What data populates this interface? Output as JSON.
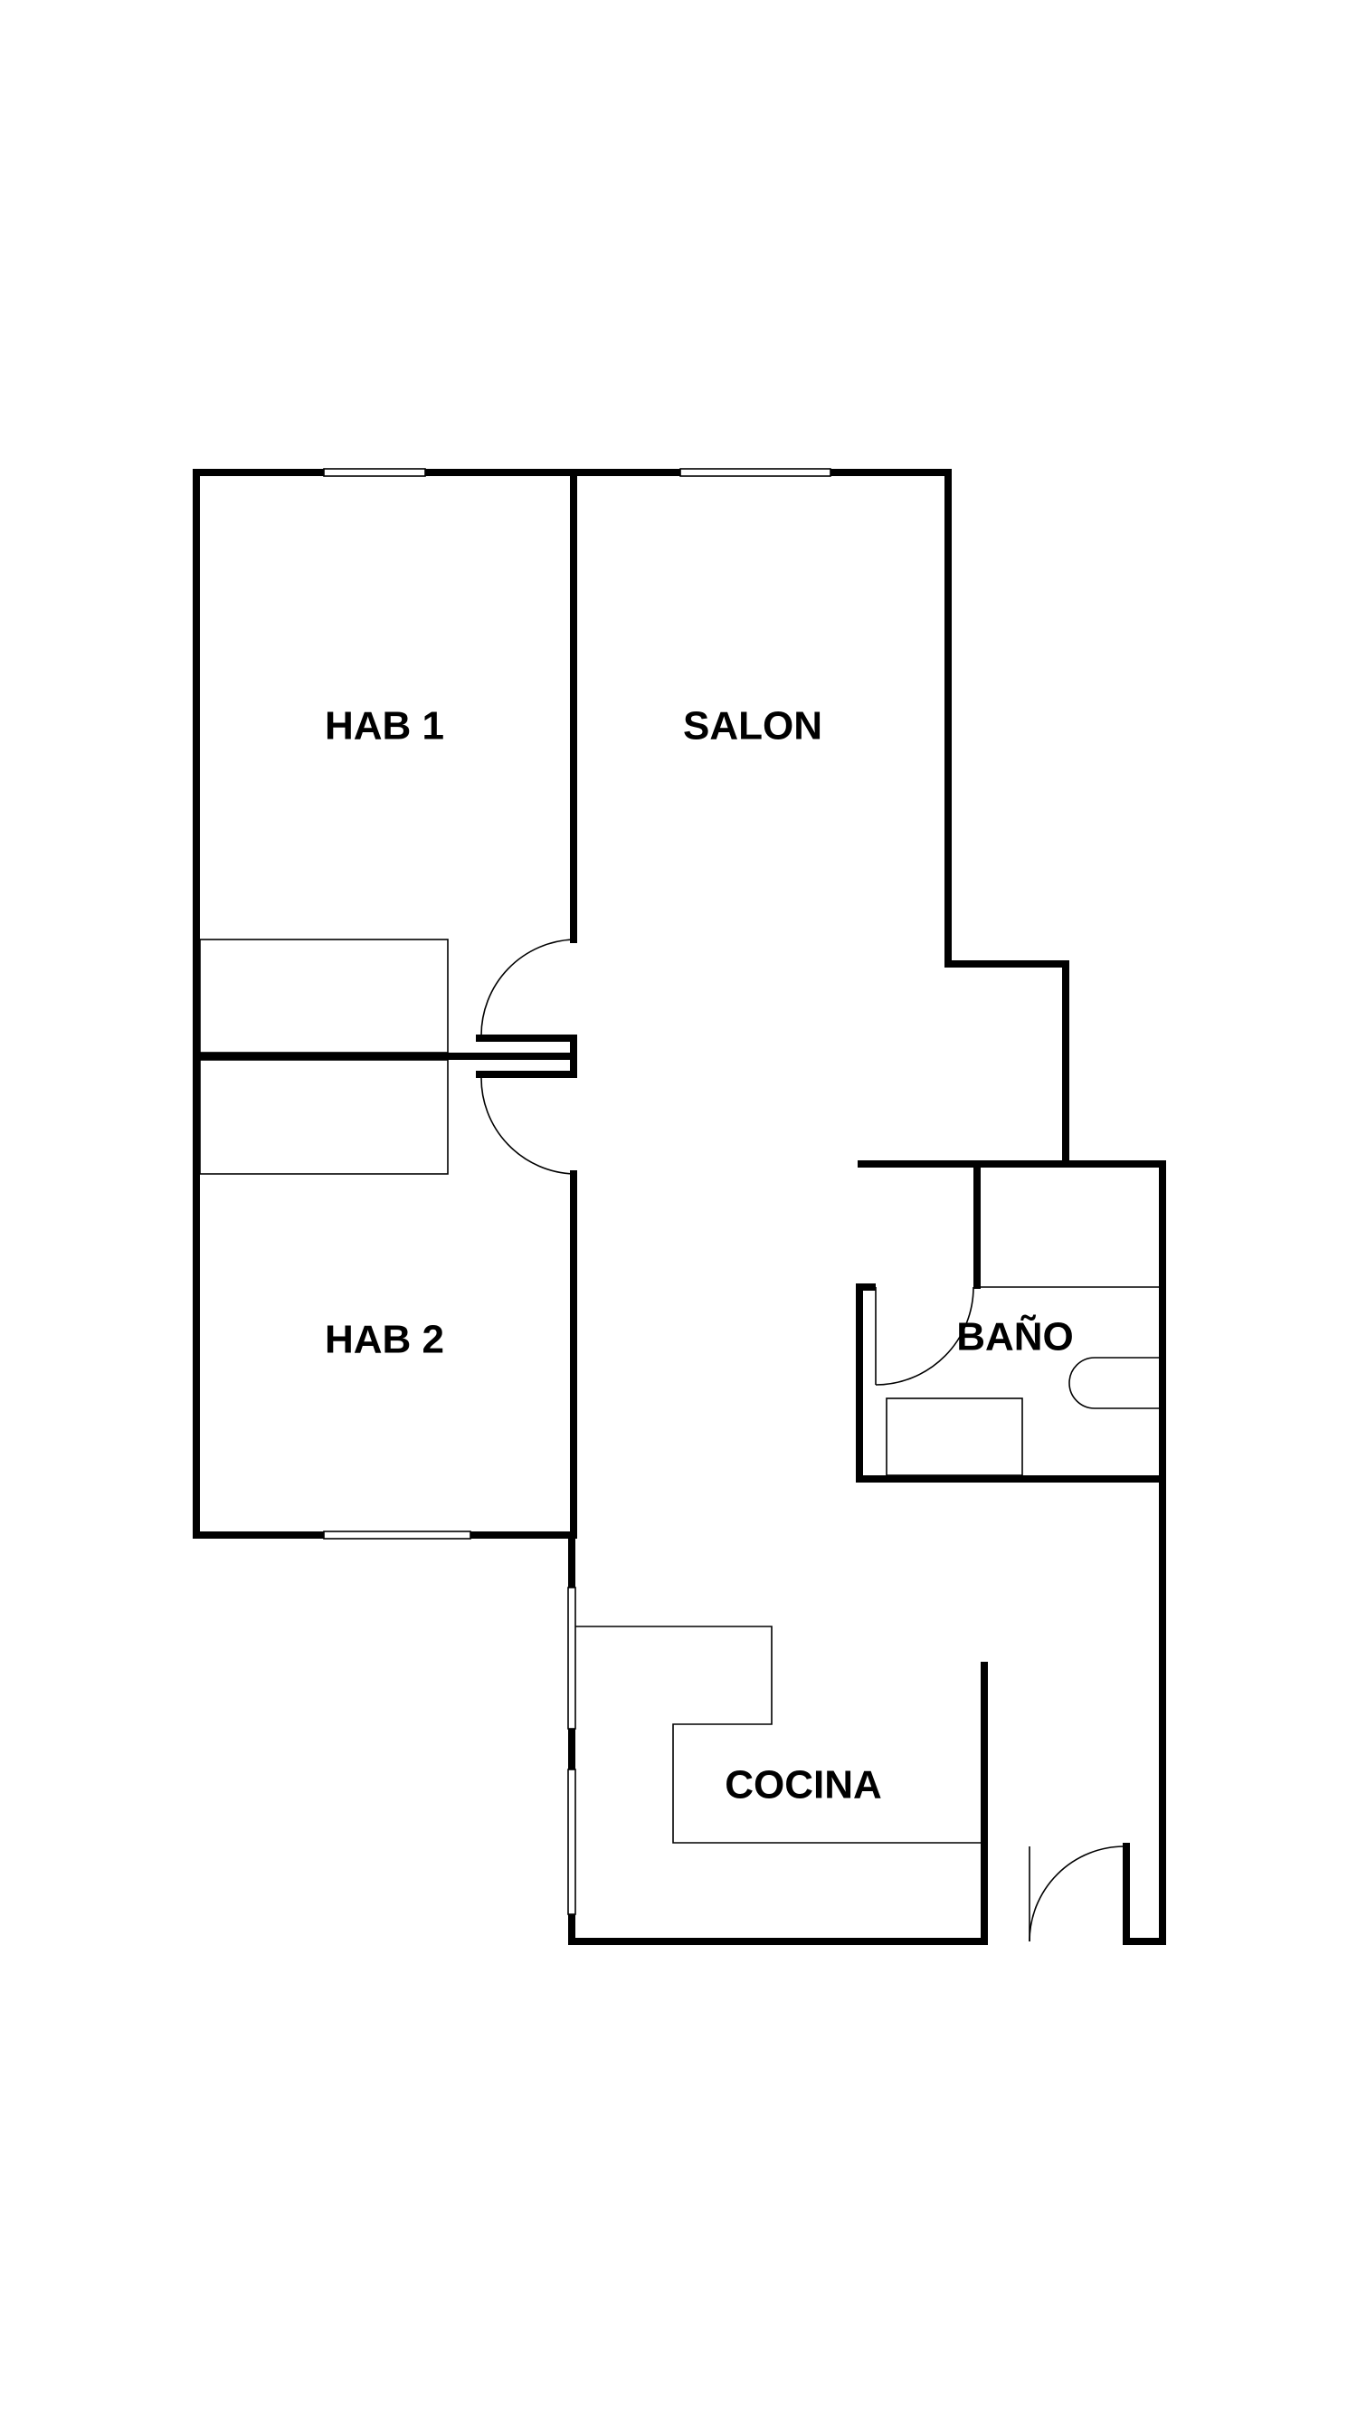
{
  "plan": {
    "rooms": [
      {
        "id": "hab1",
        "label": "HAB 1"
      },
      {
        "id": "salon",
        "label": "SALON"
      },
      {
        "id": "hab2",
        "label": "HAB 2"
      },
      {
        "id": "bano",
        "label": "BAÑO"
      },
      {
        "id": "cocina",
        "label": "COCINA"
      }
    ]
  }
}
